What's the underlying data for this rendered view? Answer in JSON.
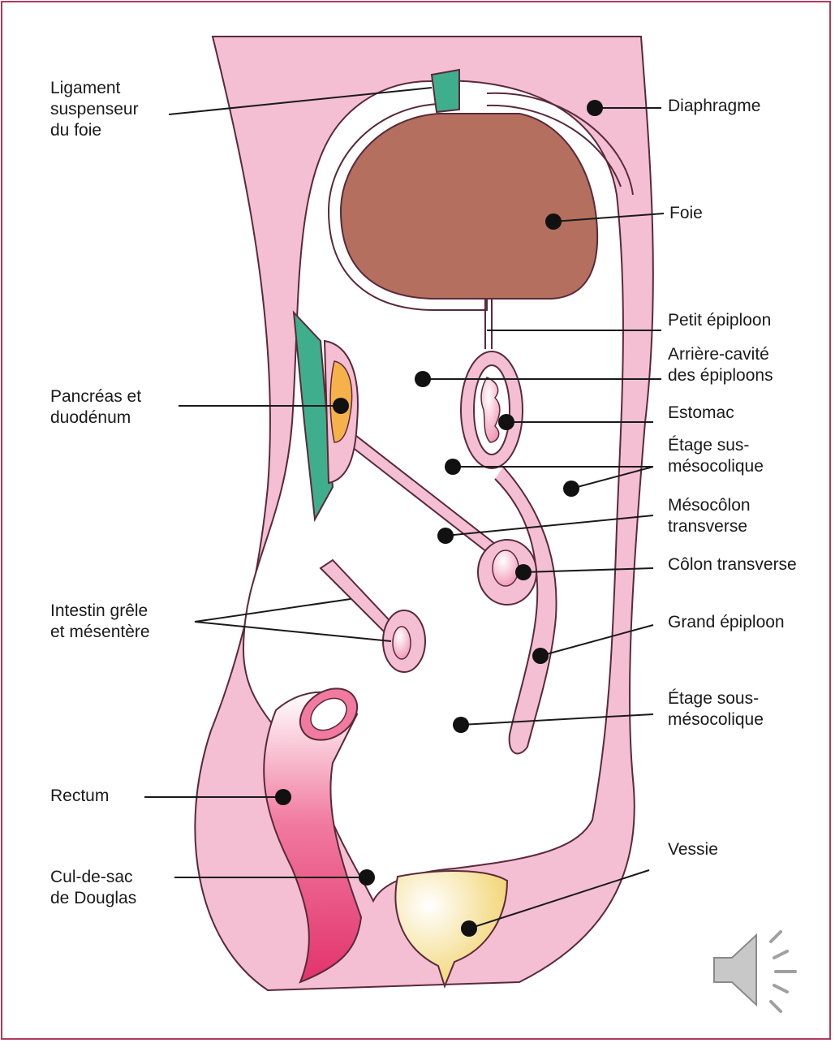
{
  "labels": {
    "ligament": "Ligament\nsuspenseur\ndu foie",
    "diaphragme": "Diaphragme",
    "foie": "Foie",
    "petit_epiploon": "Petit épiploon",
    "arriere_cavite": "Arrière-cavité\ndes épiploons",
    "pancreas": "Pancréas et\nduodénum",
    "estomac": "Estomac",
    "etage_sus": "Étage sus-\nmésocolique",
    "mesocolon": "Mésocôlon\ntransverse",
    "colon": "Côlon transverse",
    "intestin": "Intestin grêle\net mésentère",
    "grand_epiploon": "Grand épiploon",
    "etage_sous": "Étage sous-\nmésocolique",
    "rectum": "Rectum",
    "douglas": "Cul-de-sac\nde Douglas",
    "vessie": "Vessie"
  },
  "colors": {
    "peritoneum_fill": "#f4bfd3",
    "outline": "#5a2a3a",
    "liver": "#b46f5f",
    "ligament_green": "#3fae8c",
    "pancreas_orange": "#f5b24a",
    "rectum_red": "#e2336b",
    "bladder_yellow": "#f1d166",
    "frame": "#b03a5b",
    "speaker_gray": "#c8c8c8"
  },
  "icons": [
    "speaker-icon"
  ]
}
